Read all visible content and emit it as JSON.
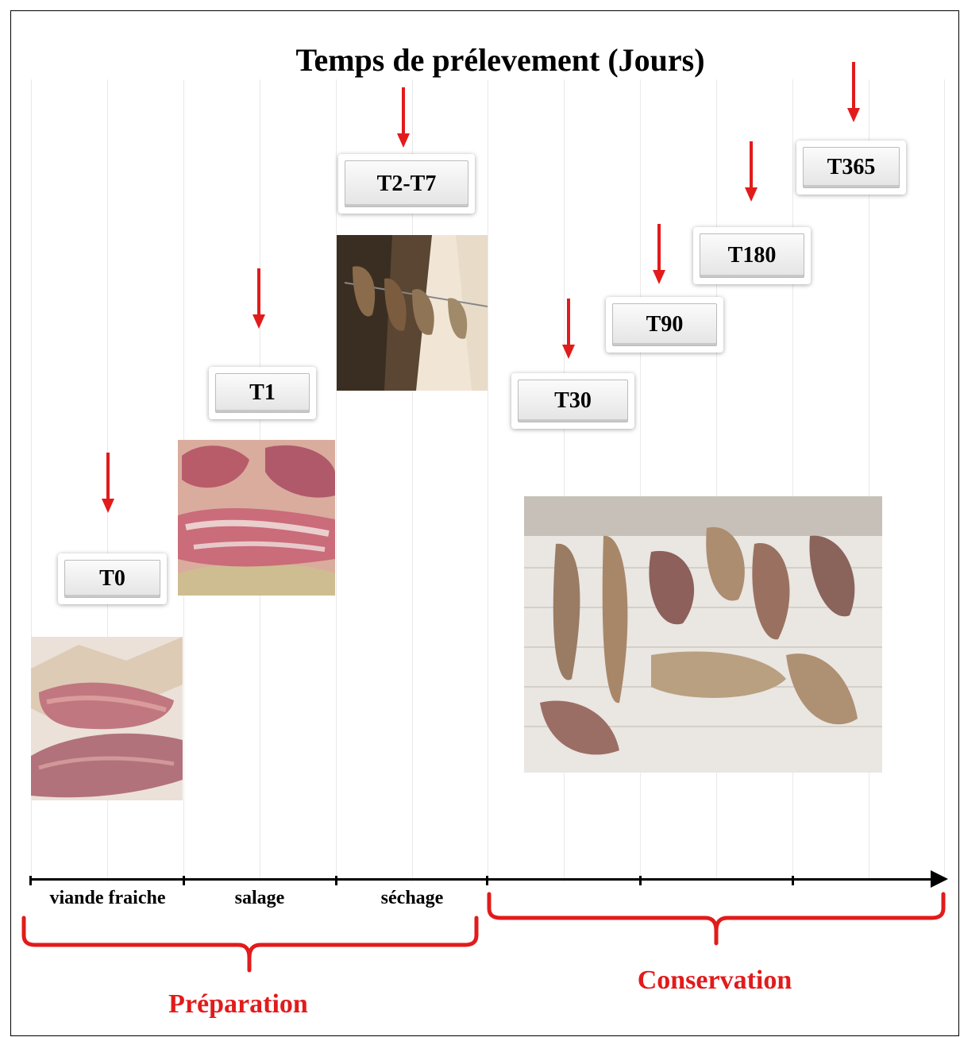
{
  "title": "Temps de prélevement (Jours)",
  "sampling_times": [
    "T0",
    "T1",
    "T2-T7",
    "T30",
    "T90",
    "T180",
    "T365"
  ],
  "stages": [
    "viande fraiche",
    "salage",
    "séchage"
  ],
  "phases": [
    "Préparation",
    "Conservation"
  ],
  "colors": {
    "accent": "#e21b1b",
    "axis": "#000000",
    "grid": "#e9e9e9"
  },
  "photos": [
    "fresh-meat-photo",
    "salted-meat-photo",
    "drying-meat-photo",
    "dried-meat-photo"
  ]
}
